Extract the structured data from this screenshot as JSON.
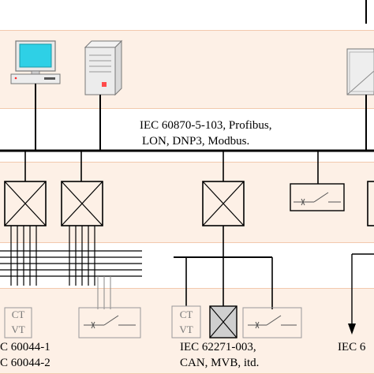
{
  "bus_label": {
    "line1": "IEC 60870-5-103, Profibus,",
    "line2": "LON, DNP3, Modbus."
  },
  "ct_vt_left": {
    "ct": "CT",
    "vt": "VT"
  },
  "ct_vt_mid": {
    "ct": "CT",
    "vt": "VT"
  },
  "standards": {
    "left_line1": "C 60044-1",
    "left_line2": "C 60044-2",
    "mid_line1": "IEC 62271-003,",
    "mid_line2": "CAN, MVB, itd.",
    "right_line1": "IEC 6"
  },
  "colors": {
    "band_fill": "#fdf0e6",
    "band_border": "#f2c9ad",
    "line": "#000000",
    "device_gray": "#888888"
  }
}
